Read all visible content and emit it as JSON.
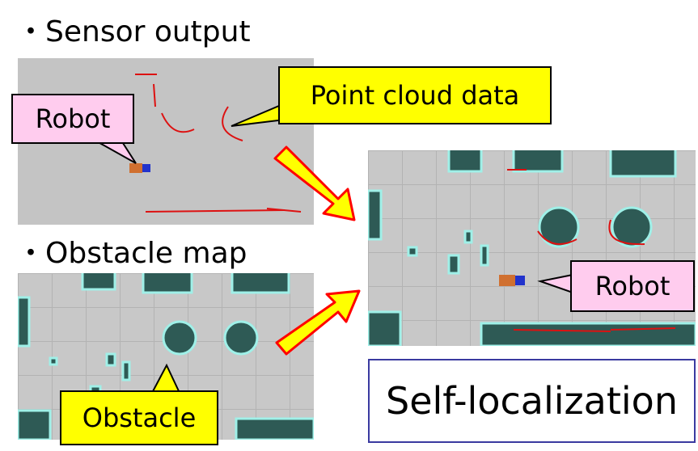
{
  "sections": {
    "sensor_heading": "・Sensor output",
    "obstacle_heading": "・Obstacle map"
  },
  "callouts": {
    "point_cloud": "Point cloud data",
    "robot_sensor": "Robot",
    "obstacle": "Obstacle",
    "robot_localization": "Robot"
  },
  "result": {
    "title": "Self-localization"
  },
  "colors": {
    "callout_yellow": "#ffff00",
    "callout_pink": "#ffccee",
    "arrow_fill": "#ffff00",
    "arrow_stroke": "#ff0000",
    "point_cloud": "#dd1111",
    "obstacle": "#2e5a55",
    "obstacle_edge": "#9ff0e8",
    "robot_body": "#d07030",
    "robot_head": "#2233cc",
    "title_border": "#3a3aa0"
  }
}
